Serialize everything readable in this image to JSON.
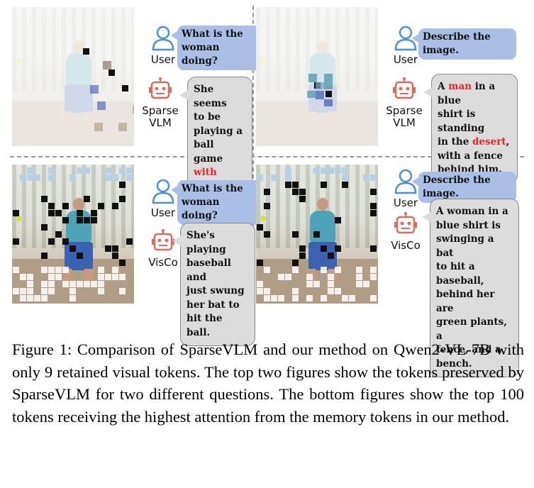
{
  "panels": {
    "top_left": {
      "avatar_user": "User",
      "avatar_model": [
        "Sparse",
        "VLM"
      ],
      "question": [
        "What is the",
        "woman doing?"
      ],
      "answer_lines": [
        {
          "parts": [
            {
              "t": "She seems",
              "red": false
            }
          ]
        },
        {
          "parts": [
            {
              "t": "to be",
              "red": false
            }
          ]
        },
        {
          "parts": [
            {
              "t": "playing a",
              "red": false
            }
          ]
        },
        {
          "parts": [
            {
              "t": "ball game",
              "red": false
            }
          ]
        },
        {
          "parts": [
            {
              "t": "with others.",
              "red": true
            }
          ]
        }
      ]
    },
    "top_right": {
      "avatar_user": "User",
      "avatar_model": [
        "Sparse",
        "VLM"
      ],
      "question": [
        "Describe the image."
      ],
      "answer_lines": [
        {
          "parts": [
            {
              "t": "A ",
              "red": false
            },
            {
              "t": "man",
              "red": true
            },
            {
              "t": " in a blue",
              "red": false
            }
          ]
        },
        {
          "parts": [
            {
              "t": "shirt is standing",
              "red": false
            }
          ]
        },
        {
          "parts": [
            {
              "t": "in the ",
              "red": false
            },
            {
              "t": "desert",
              "red": true
            },
            {
              "t": ",",
              "red": false
            }
          ]
        },
        {
          "parts": [
            {
              "t": "with a fence",
              "red": false
            }
          ]
        },
        {
          "parts": [
            {
              "t": "behind him.",
              "red": false
            }
          ]
        }
      ]
    },
    "bottom_left": {
      "avatar_user": "User",
      "avatar_model": [
        "VisCo"
      ],
      "question": [
        "What is the",
        "woman doing?"
      ],
      "answer_lines": [
        {
          "parts": [
            {
              "t": "She's",
              "red": false
            }
          ]
        },
        {
          "parts": [
            {
              "t": "playing",
              "red": false
            }
          ]
        },
        {
          "parts": [
            {
              "t": "baseball and",
              "red": false
            }
          ]
        },
        {
          "parts": [
            {
              "t": "just swung",
              "red": false
            }
          ]
        },
        {
          "parts": [
            {
              "t": "her bat to",
              "red": false
            }
          ]
        },
        {
          "parts": [
            {
              "t": "hit the ball.",
              "red": false
            }
          ]
        }
      ]
    },
    "bottom_right": {
      "avatar_user": "User",
      "avatar_model": [
        "VisCo"
      ],
      "question": [
        "Describe the image."
      ],
      "answer_lines": [
        {
          "parts": [
            {
              "t": "A woman in a",
              "red": false
            }
          ]
        },
        {
          "parts": [
            {
              "t": "blue shirt is",
              "red": false
            }
          ]
        },
        {
          "parts": [
            {
              "t": "swinging a bat",
              "red": false
            }
          ]
        },
        {
          "parts": [
            {
              "t": "to hit a baseball,",
              "red": false
            }
          ]
        },
        {
          "parts": [
            {
              "t": "behind her are",
              "red": false
            }
          ]
        },
        {
          "parts": [
            {
              "t": "green plants, a",
              "red": false
            }
          ]
        },
        {
          "parts": [
            {
              "t": "fence, and a",
              "red": false
            }
          ]
        },
        {
          "parts": [
            {
              "t": "bench.",
              "red": false
            }
          ]
        }
      ]
    }
  },
  "caption": "Figure 1: Comparison of SparseVLM and our method on Qwen2-VL-7B with only 9 retained visual tokens. The top two figures show the tokens preserved by SparseVLM for two different questions. The bottom figures show the top 100 tokens receiving the highest attention from the memory tokens in our method.",
  "colors": {
    "question_bubble": "#a9bfe6",
    "answer_bubble": "#dcdcdc",
    "highlight": "#e8252a",
    "user_icon": "#4a90d9",
    "robot_icon": "#e06a5a"
  },
  "icons": {
    "user": "person-outline-icon",
    "model": "robot-icon"
  }
}
